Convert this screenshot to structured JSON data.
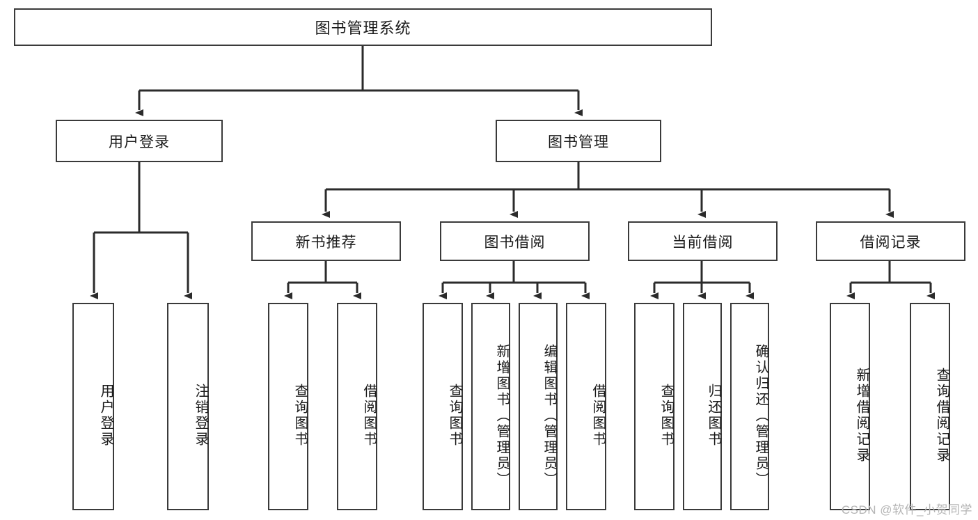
{
  "diagram": {
    "title": "图书管理系统",
    "type": "tree-hierarchy",
    "watermark": "CSDN @软件_小贺同学",
    "colors": {
      "box_border": "#3a3a3a",
      "box_fill": "#ffffff",
      "edge": "#2b2b2b",
      "text": "#1a1a1a",
      "watermark": "#b4b4b4"
    },
    "root": {
      "label": "图书管理系统"
    },
    "level2": [
      {
        "label": "用户登录"
      },
      {
        "label": "图书管理"
      }
    ],
    "level3": [
      {
        "label": "新书推荐"
      },
      {
        "label": "图书借阅"
      },
      {
        "label": "当前借阅"
      },
      {
        "label": "借阅记录"
      }
    ],
    "leaves": {
      "user_login": [
        {
          "label": "用户登录"
        },
        {
          "label": "注销登录"
        }
      ],
      "new_book_recommend": [
        {
          "label": "查询图书"
        },
        {
          "label": "借阅图书"
        }
      ],
      "book_borrow": [
        {
          "label": "查询图书"
        },
        {
          "label": "新增图书（管理员）"
        },
        {
          "label": "编辑图书（管理员）"
        },
        {
          "label": "借阅图书"
        }
      ],
      "current_borrow": [
        {
          "label": "查询图书"
        },
        {
          "label": "归还图书"
        },
        {
          "label": "确认归还（管理员）"
        }
      ],
      "borrow_record": [
        {
          "label": "新增借阅记录"
        },
        {
          "label": "查询借阅记录"
        }
      ]
    }
  }
}
